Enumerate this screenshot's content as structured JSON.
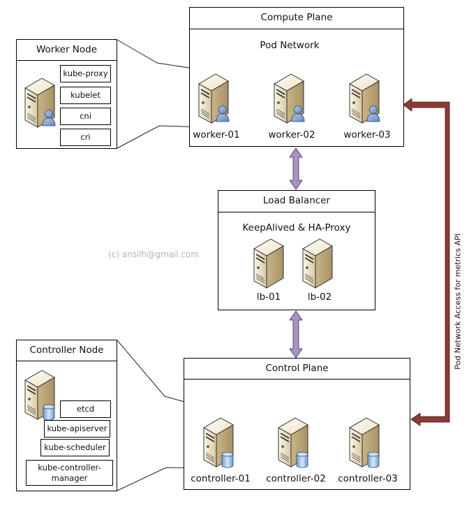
{
  "compute_plane": {
    "title": "Compute Plane",
    "network_label": "Pod Network",
    "workers": [
      {
        "name": "worker-01",
        "icon": "server-user-icon"
      },
      {
        "name": "worker-02",
        "icon": "server-user-icon"
      },
      {
        "name": "worker-03",
        "icon": "server-user-icon"
      }
    ]
  },
  "worker_node": {
    "title": "Worker Node",
    "icon": "server-user-icon",
    "components": [
      "kube-proxy",
      "kubelet",
      "cni",
      "cri"
    ]
  },
  "load_balancer": {
    "title": "Load Balancer",
    "subtitle": "KeepAlived & HA-Proxy",
    "nodes": [
      {
        "name": "lb-01",
        "icon": "server-icon"
      },
      {
        "name": "lb-02",
        "icon": "server-icon"
      }
    ]
  },
  "control_plane": {
    "title": "Control Plane",
    "controllers": [
      {
        "name": "controller-01",
        "icon": "server-database-icon"
      },
      {
        "name": "controller-02",
        "icon": "server-database-icon"
      },
      {
        "name": "controller-03",
        "icon": "server-database-icon"
      }
    ]
  },
  "controller_node": {
    "title": "Controller Node",
    "icon": "server-database-icon",
    "components": [
      "etcd",
      "kube-apiserver",
      "kube-scheduler",
      "kube-controller-manager"
    ]
  },
  "side_connection_label": "Pod Network Access for metrics API",
  "watermark": "(c) ansilh@gmail.com",
  "colors": {
    "pod_network_arrow": "#8b3a34",
    "lb_arrow": "#a893c2",
    "server_body": "#efe3c6",
    "user_icon": "#7e9fcf",
    "db_icon": "#9fc3e6"
  }
}
